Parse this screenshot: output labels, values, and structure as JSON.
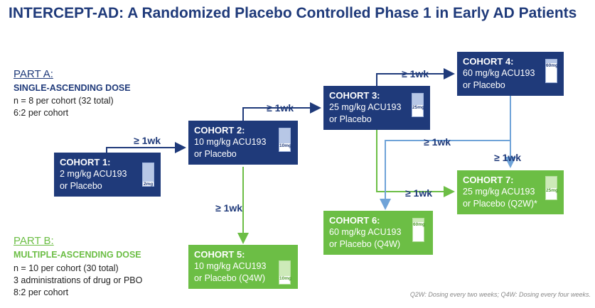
{
  "title": "INTERCEPT-AD: A Randomized Placebo Controlled Phase 1 in Early AD Patients",
  "part_a": {
    "heading": "PART A:",
    "subheading": "SINGLE-ASCENDING DOSE",
    "lines": [
      "n = 8 per cohort (32 total)",
      "6:2 per cohort"
    ]
  },
  "part_b": {
    "heading": "PART B:",
    "subheading": "MULTIPLE-ASCENDING DOSE",
    "lines": [
      "n = 10 per cohort (30 total)",
      "3 administrations of drug or PBO",
      "8:2 per cohort"
    ]
  },
  "cohorts": {
    "c1": {
      "title": "COHORT 1:",
      "dose": "2 mg/kg ACU193",
      "placebo": "or Placebo",
      "vial": "2mg",
      "fill": 0.2
    },
    "c2": {
      "title": "COHORT 2:",
      "dose": "10 mg/kg ACU193",
      "placebo": "or Placebo",
      "vial": "10mg",
      "fill": 0.35
    },
    "c3": {
      "title": "COHORT 3:",
      "dose": "25 mg/kg ACU193",
      "placebo": "or Placebo",
      "vial": "25mg",
      "fill": 0.5
    },
    "c4": {
      "title": "COHORT 4:",
      "dose": "60 mg/kg ACU193",
      "placebo": "or Placebo",
      "vial": "60mg",
      "fill": 0.85
    },
    "c5": {
      "title": "COHORT 5:",
      "dose": "10 mg/kg ACU193",
      "placebo": "or Placebo (Q4W)",
      "vial": "10mg",
      "fill": 0.35
    },
    "c6": {
      "title": "COHORT 6:",
      "dose": "60 mg/kg ACU193",
      "placebo": "or Placebo (Q4W)",
      "vial": "60mg",
      "fill": 0.85
    },
    "c7": {
      "title": "COHORT 7:",
      "dose": "25 mg/kg ACU193",
      "placebo": "or Placebo (Q2W)*",
      "vial": "25mg",
      "fill": 0.5
    }
  },
  "interval_label": "≥ 1wk",
  "footnote": "Q2W: Dosing every two weeks; Q4W: Dosing every four weeks.",
  "colors": {
    "navy": "#1f3a7a",
    "green": "#6cbe45",
    "arrow_navy": "#1f3a7a",
    "arrow_blue": "#6fa3d8",
    "arrow_green": "#6cbe45"
  }
}
